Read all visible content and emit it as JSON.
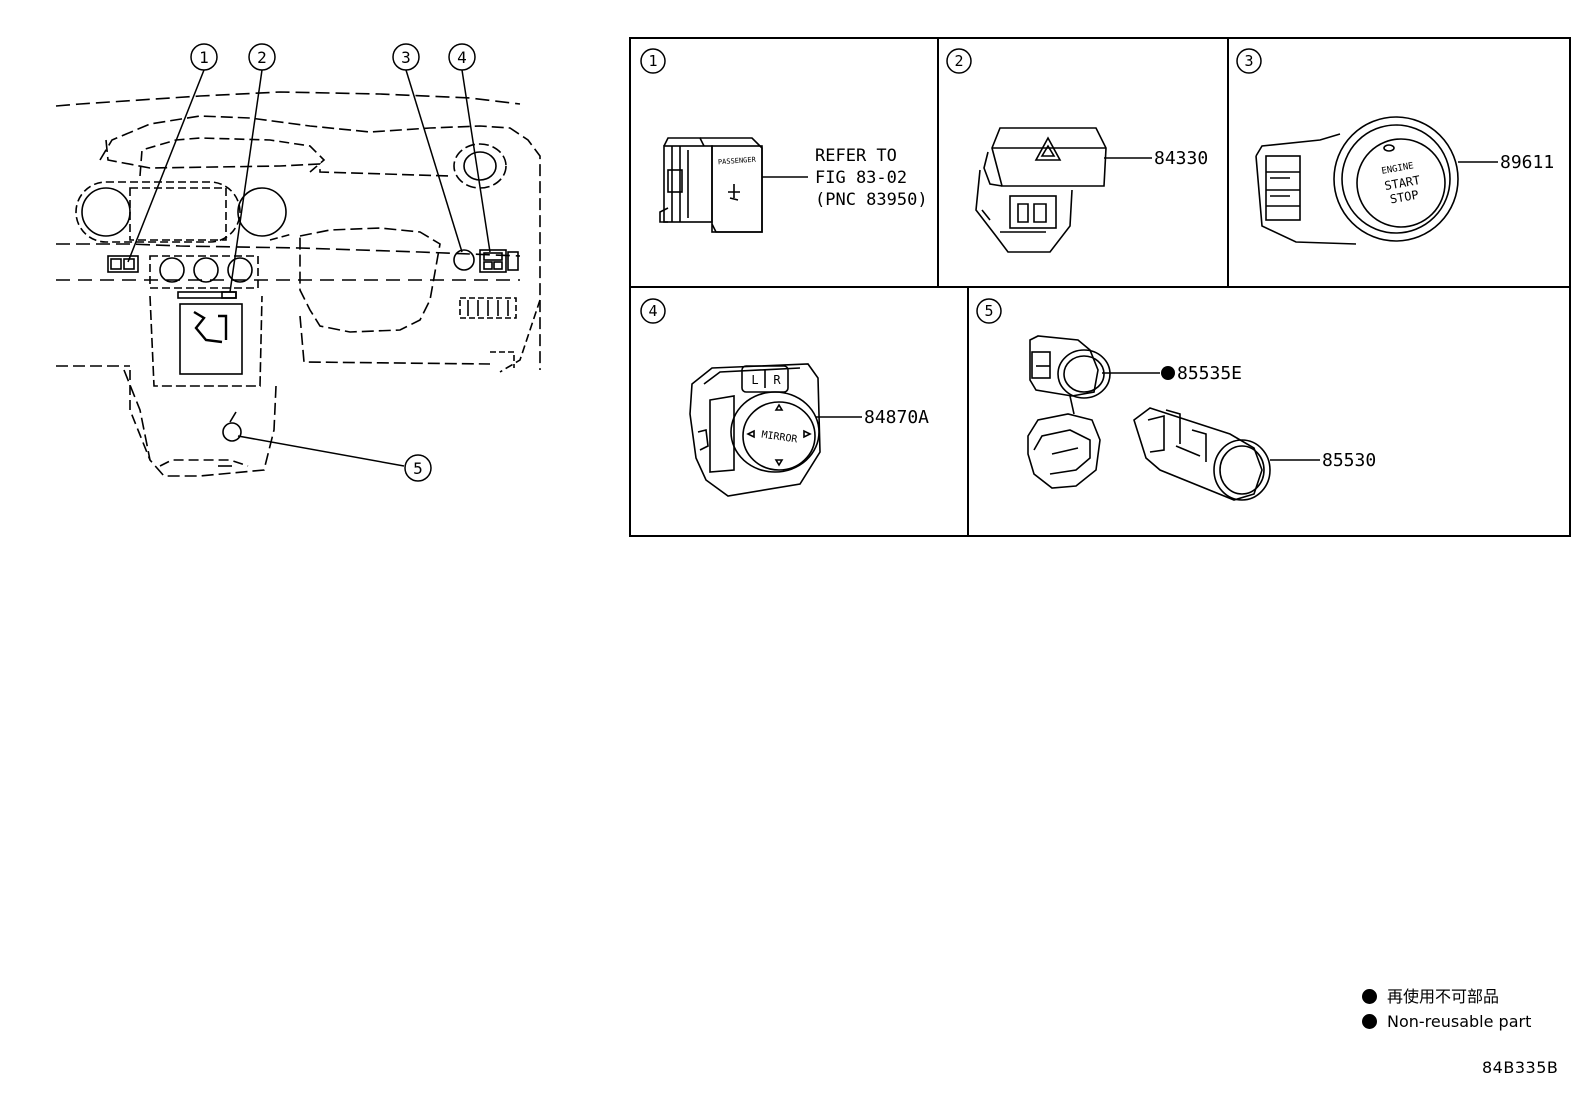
{
  "overview": {
    "callouts": [
      "1",
      "2",
      "3",
      "4",
      "5"
    ]
  },
  "panels": [
    {
      "number": "1",
      "reference": [
        "REFER TO",
        "FIG 83-02",
        "(PNC 83950)"
      ],
      "button_label": "PASSENGER"
    },
    {
      "number": "2",
      "part": "84330"
    },
    {
      "number": "3",
      "part": "89611",
      "button_label": [
        "ENGINE",
        "START",
        "STOP"
      ]
    },
    {
      "number": "4",
      "part": "84870A",
      "button_label": "MIRROR",
      "switch_left": "L",
      "switch_right": "R"
    },
    {
      "number": "5",
      "parts": [
        "85535E",
        "85530"
      ],
      "non_reusable": "85535E"
    }
  ],
  "legend": {
    "items": [
      "再使用不可部品",
      "Non-reusable part"
    ]
  },
  "figure_code": "84B335B"
}
